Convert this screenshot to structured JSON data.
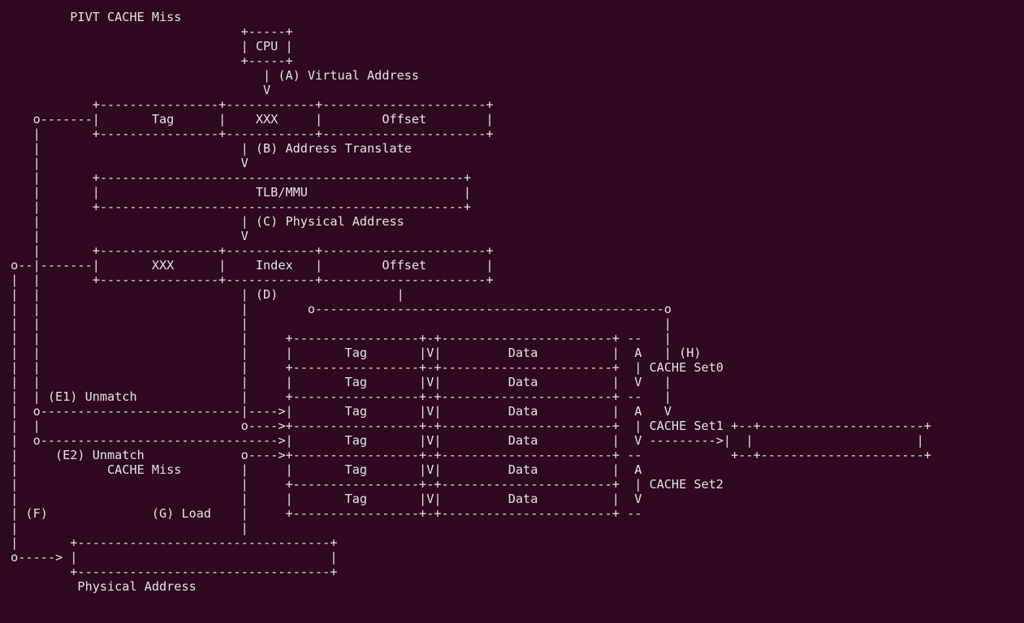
{
  "terminal": {
    "background_color": "#2d0922",
    "foreground_color": "#e8e2e6",
    "columns": 138,
    "rows": 42
  },
  "diagram": {
    "title": "PIVT CACHE Miss",
    "blocks": {
      "cpu": "CPU",
      "tlb_mmu": "TLB/MMU",
      "virtual_address_fields": [
        "Tag",
        "XXX",
        "Offset"
      ],
      "physical_address_fields": [
        "XXX",
        "Index",
        "Offset"
      ],
      "cache_columns": [
        "Tag",
        "V",
        "Data"
      ],
      "cache_sets": [
        "CACHE Set0",
        "CACHE Set1",
        "CACHE Set2"
      ],
      "bottom_box_label": "Physical Address"
    },
    "annotations": {
      "a": "(A) Virtual Address",
      "b": "(B) Address Translate",
      "c": "(C) Physical Address",
      "d": "(D)",
      "e1": "(E1) Unmatch",
      "e2": "(E2) Unmatch",
      "e2_sub": "CACHE Miss",
      "f": "(F)",
      "g": "(G) Load",
      "h": "(H)"
    },
    "art": "         PIVT CACHE Miss\n                                +-----+\n                                | CPU |\n                                +-----+\n                                   | (A) Virtual Address\n                                   V\n            +----------------+------------+----------------------+\n    o-------|       Tag      |    XXX     |        Offset        |\n    |       +----------------+------------+----------------------+\n    |                           | (B) Address Translate\n    |                           V\n    |       +-------------------------------------------------+\n    |       |                     TLB/MMU                     |\n    |       +-------------------------------------------------+\n    |                           | (C) Physical Address\n    |                           V\n    |       +----------------+------------+----------------------+\n o--|-------|       XXX      |    Index   |        Offset        |\n |  |       +----------------+------------+----------------------+\n |  |                           | (D)                |\n |  |                           |        o-----------------------------------------------o\n |  |                           |                                                        |\n |  |                           |     +-----------------+-+-----------------------+ --   |\n |  |                           |     |       Tag       |V|         Data          |  A   | (H)\n |  |                           |     +-----------------+-+-----------------------+  | CACHE Set0\n |  |                           |     |       Tag       |V|         Data          |  V   |\n |  | (E1) Unmatch              |     +-----------------+-+-----------------------+ --   |\n |  o---------------------------|---->|       Tag       |V|         Data          |  A   V\n |  |                           o---->+-----------------+-+-----------------------+  | CACHE Set1 +--+----------------------+\n |  o-------------------------------->|       Tag       |V|         Data          |  V --------->|  |                      |\n |     (E2) Unmatch             o---->+-----------------+-+-----------------------+ --            +--+----------------------+\n |            CACHE Miss        |     |       Tag       |V|         Data          |  A\n |                              |     +-----------------+-+-----------------------+  | CACHE Set2\n |                              |     |       Tag       |V|         Data          |  V\n | (F)              (G) Load    |     +-----------------+-+-----------------------+ --\n |                              |\n |       +----------------------------------+\n o-----> |                                  |\n         +----------------------------------+\n          Physical Address"
  }
}
